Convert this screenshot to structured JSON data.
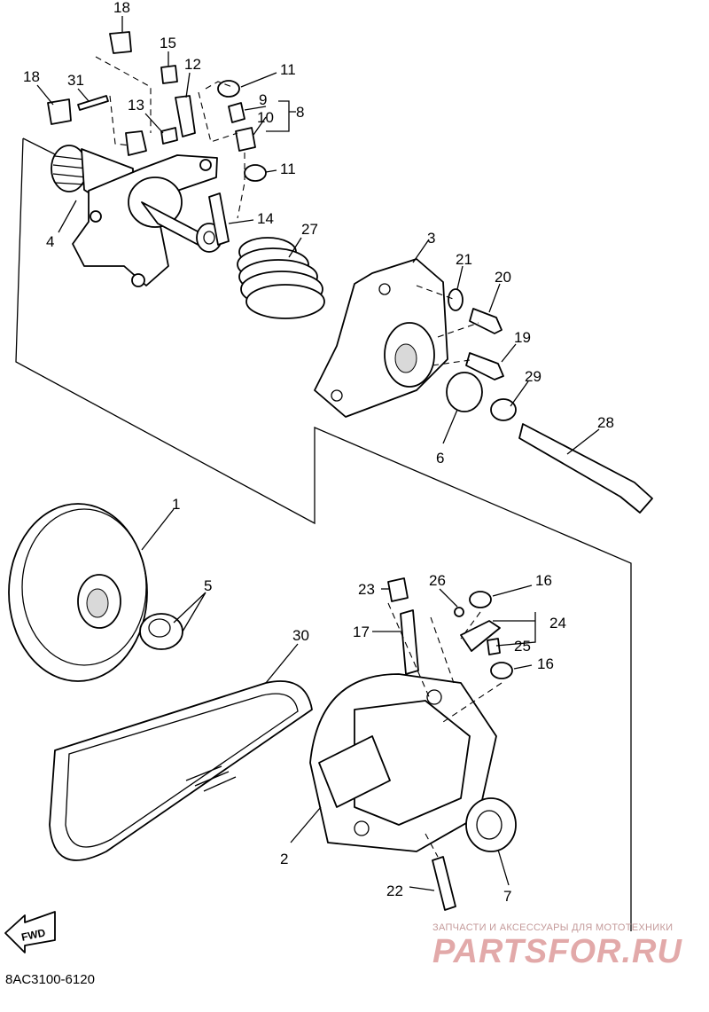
{
  "diagram": {
    "catalog_number": "8AC3100-6120",
    "fwd_badge": "FWD",
    "callouts": [
      "18",
      "15",
      "12",
      "18",
      "31",
      "13",
      "11",
      "9",
      "10",
      "8",
      "11",
      "4",
      "14",
      "27",
      "3",
      "21",
      "20",
      "19",
      "29",
      "6",
      "28",
      "1",
      "5",
      "30",
      "23",
      "26",
      "16",
      "17",
      "24",
      "25",
      "16",
      "2",
      "22",
      "7"
    ]
  },
  "watermark": {
    "tagline": "ЗАПЧАСТИ И АКСЕССУАРЫ ДЛЯ МОТОТЕХНИКИ",
    "brand": "PARTSFOR.RU"
  }
}
